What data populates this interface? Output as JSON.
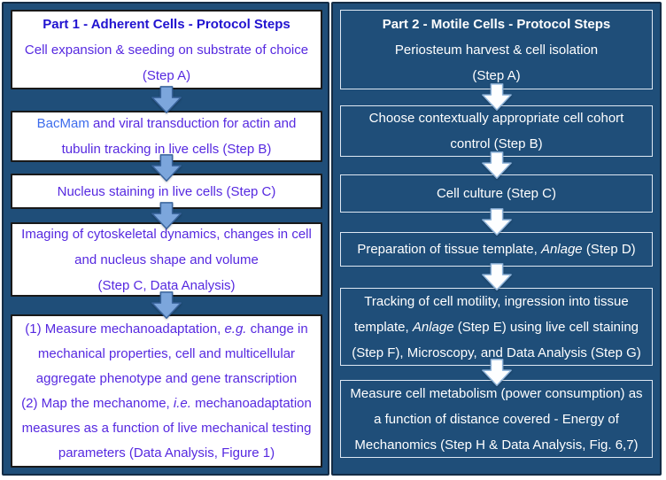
{
  "figure": {
    "type": "two-column protocol flowchart",
    "colors": {
      "panel_bg": "#1F4E79",
      "panel_outline": "#142C45",
      "part1_box_bg": "#FFFFFF",
      "part1_box_border": "#191919",
      "part1_header_text": "#2012D0",
      "part1_body_text": "#5629E0",
      "bacmam_link_blue": "#3D6CEC",
      "part2_text": "#FFFFFF",
      "part2_box_border": "#DEE8F3"
    }
  },
  "columns": [
    {
      "id": "part1",
      "title": "Part 1 - Adherent Cells - Protocol Steps",
      "arrow": {
        "fill": "#7CA6DC",
        "stroke": "#39649C"
      },
      "boxes": [
        {
          "lines": [
            [
              {
                "t": "Part 1 - Adherent Cells - Protocol Steps",
                "b": 1
              }
            ],
            [
              {
                "t": "Cell expansion & seeding on substrate of choice"
              }
            ],
            [
              {
                "t": "(Step A)"
              }
            ]
          ]
        },
        {
          "lines": [
            [
              {
                "t": "BacMam",
                "link": 1
              },
              {
                "t": " and viral transduction for actin and"
              }
            ],
            [
              {
                "t": "tubulin tracking in live cells (Step B)"
              }
            ]
          ]
        },
        {
          "lines": [
            [
              {
                "t": "Nucleus staining in live cells (Step C)"
              }
            ]
          ]
        },
        {
          "lines": [
            [
              {
                "t": "Imaging of cytoskeletal dynamics, changes in cell"
              }
            ],
            [
              {
                "t": "and nucleus shape and volume"
              }
            ],
            [
              {
                "t": "(Step C, Data Analysis)"
              }
            ]
          ]
        },
        {
          "lines": [
            [
              {
                "t": "(1) Measure mechanoadaptation, "
              },
              {
                "t": "e.g.",
                "i": 1
              },
              {
                "t": " change in"
              }
            ],
            [
              {
                "t": "mechanical properties, cell and multicellular"
              }
            ],
            [
              {
                "t": "aggregate phenotype and gene transcription"
              }
            ],
            [
              {
                "t": "(2) Map the mechanome, "
              },
              {
                "t": "i.e.",
                "i": 1
              },
              {
                "t": " mechanoadaptation"
              }
            ],
            [
              {
                "t": "measures as a function of live mechanical testing"
              }
            ],
            [
              {
                "t": "parameters (Data Analysis, Figure 1)"
              }
            ]
          ]
        }
      ]
    },
    {
      "id": "part2",
      "title": "Part 2 - Motile Cells - Protocol Steps",
      "arrow": {
        "fill": "#FDFEFF",
        "stroke": "#8FB4DA"
      },
      "boxes": [
        {
          "lines": [
            [
              {
                "t": "Part 2 - Motile Cells - Protocol Steps",
                "b": 1
              }
            ],
            [
              {
                "t": "Periosteum harvest & cell isolation"
              }
            ],
            [
              {
                "t": "(Step A)"
              }
            ]
          ]
        },
        {
          "lines": [
            [
              {
                "t": "Choose contextually appropriate cell cohort"
              }
            ],
            [
              {
                "t": "control (Step B)"
              }
            ]
          ]
        },
        {
          "lines": [
            [
              {
                "t": "Cell culture (Step C)"
              }
            ]
          ]
        },
        {
          "lines": [
            [
              {
                "t": "Preparation of tissue template, "
              },
              {
                "t": "Anlage",
                "i": 1
              },
              {
                "t": " (Step D)"
              }
            ]
          ]
        },
        {
          "lines": [
            [
              {
                "t": "Tracking of cell motility, ingression into tissue"
              }
            ],
            [
              {
                "t": "template, "
              },
              {
                "t": "Anlage",
                "i": 1
              },
              {
                "t": " (Step E) using live cell staining"
              }
            ],
            [
              {
                "t": "(Step F), Microscopy, and Data Analysis (Step G)"
              }
            ]
          ]
        },
        {
          "lines": [
            [
              {
                "t": "Measure cell metabolism (power consumption) as"
              }
            ],
            [
              {
                "t": "a function of distance covered - Energy of"
              }
            ],
            [
              {
                "t": "Mechanomics (Step H & Data Analysis, Fig. 6,7)"
              }
            ]
          ]
        }
      ]
    }
  ]
}
